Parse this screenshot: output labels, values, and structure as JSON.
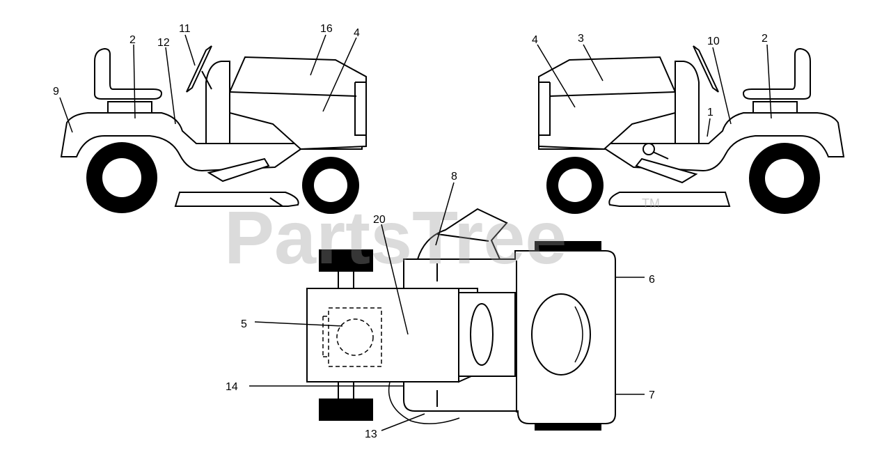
{
  "watermark": {
    "text": "PartsTree",
    "trademark": "TM"
  },
  "callouts": {
    "left_view": [
      "9",
      "2",
      "12",
      "11",
      "16",
      "4"
    ],
    "right_view": [
      "4",
      "3",
      "10",
      "2",
      "1"
    ],
    "top_view": [
      "8",
      "20",
      "5",
      "14",
      "13",
      "6",
      "7"
    ]
  }
}
